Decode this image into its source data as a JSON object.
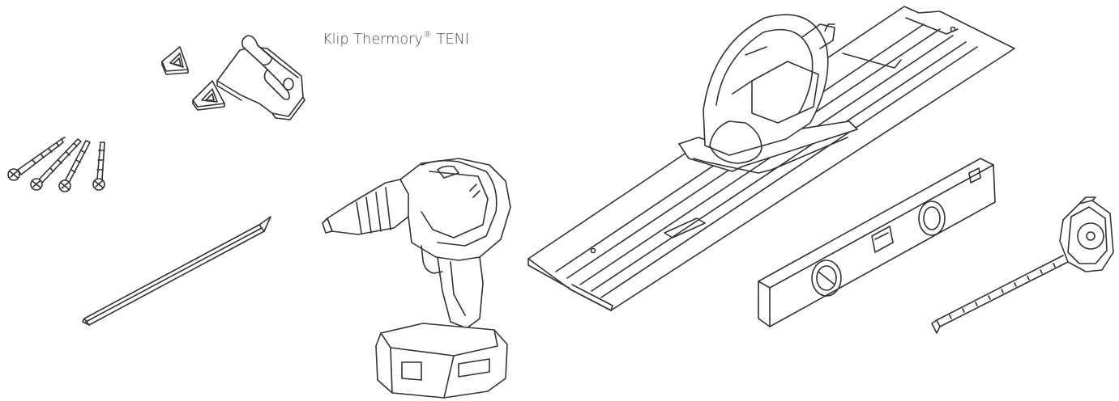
{
  "clip_label": {
    "text_before": "Klip Thermory",
    "registered_mark": "®",
    "text_after": " TENI"
  },
  "illustrations": [
    {
      "name": "clip-wedges",
      "icon": "triangle-wedge-icon"
    },
    {
      "name": "clip-bracket",
      "icon": "hinge-clip-icon"
    },
    {
      "name": "screws",
      "icon": "screw-icon",
      "count": 4
    },
    {
      "name": "pencil",
      "icon": "pencil-icon"
    },
    {
      "name": "cordless-drill",
      "icon": "drill-icon"
    },
    {
      "name": "track-saw",
      "icon": "circular-saw-icon"
    },
    {
      "name": "spirit-level",
      "icon": "level-icon"
    },
    {
      "name": "tape-measure",
      "icon": "tape-measure-icon"
    }
  ],
  "colors": {
    "line": "#333333",
    "background": "#ffffff",
    "label": "#4a4a4a"
  }
}
